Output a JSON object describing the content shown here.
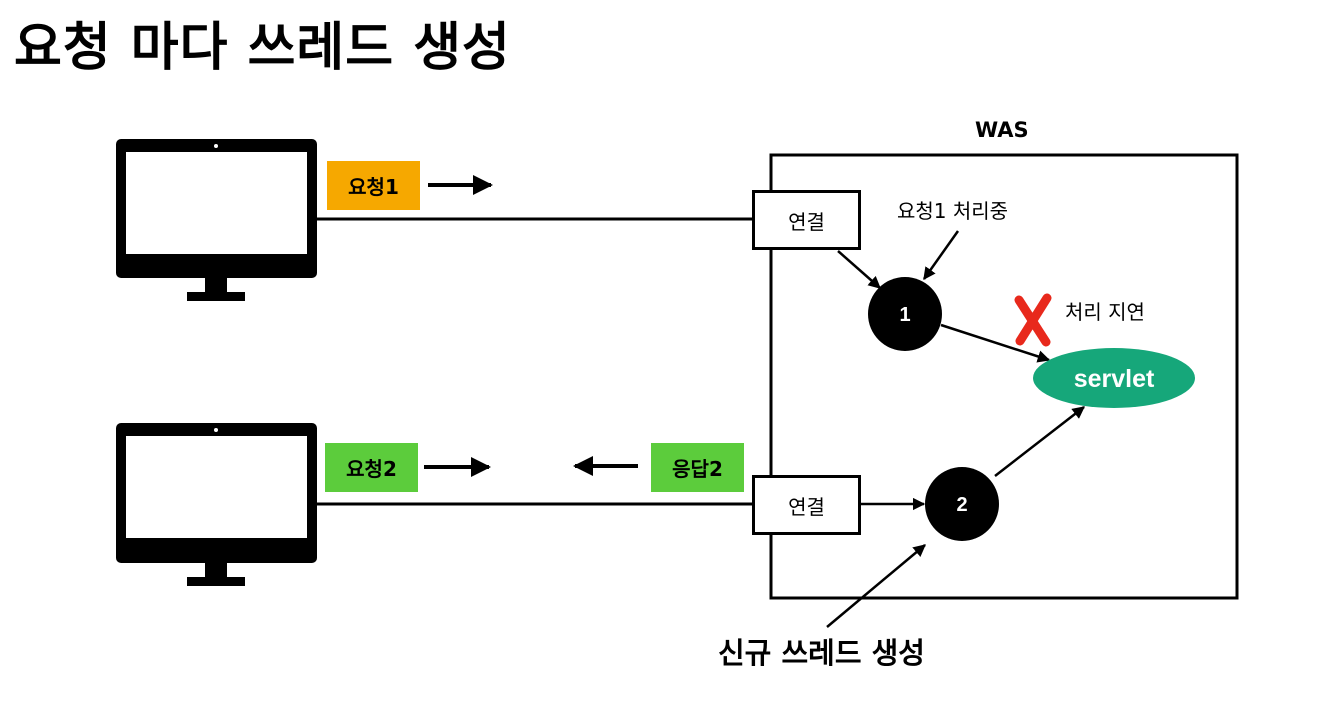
{
  "title": "요청 마다 쓰레드 생성",
  "was_label": "WAS",
  "request1_label": "요청1",
  "request2_label": "요청2",
  "response2_label": "응답2",
  "connection1_label": "연결",
  "connection2_label": "연결",
  "processing_label": "요청1 처리중",
  "delay_label": "처리 지연",
  "thread1_label": "1",
  "thread2_label": "2",
  "servlet_label": "servlet",
  "new_thread_label": "신규 쓰레드 생성",
  "colors": {
    "request1_tag": "#f6a800",
    "request2_tag": "#5ccc3c",
    "response2_tag": "#5ccc3c",
    "servlet": "#16a77a",
    "delay_mark": "#e8291c",
    "thread": "#000000"
  },
  "icons": {
    "client1": "monitor-icon",
    "client2": "monitor-icon",
    "delay": "x-mark-icon"
  }
}
